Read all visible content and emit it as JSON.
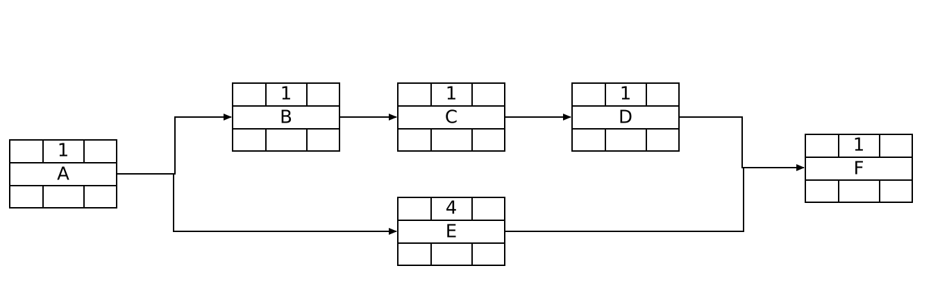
{
  "nodes": [
    {
      "id": "A",
      "label": "A",
      "duration": "1"
    },
    {
      "id": "B",
      "label": "B",
      "duration": "1"
    },
    {
      "id": "C",
      "label": "C",
      "duration": "1"
    },
    {
      "id": "D",
      "label": "D",
      "duration": "1"
    },
    {
      "id": "E",
      "label": "E",
      "duration": "4"
    },
    {
      "id": "F",
      "label": "F",
      "duration": "1"
    }
  ],
  "edges": [
    {
      "from": "A",
      "to": "B"
    },
    {
      "from": "A",
      "to": "E"
    },
    {
      "from": "B",
      "to": "C"
    },
    {
      "from": "C",
      "to": "D"
    },
    {
      "from": "D",
      "to": "F"
    },
    {
      "from": "E",
      "to": "F"
    }
  ],
  "colors": {
    "stroke": "#000000",
    "background": "#ffffff"
  }
}
